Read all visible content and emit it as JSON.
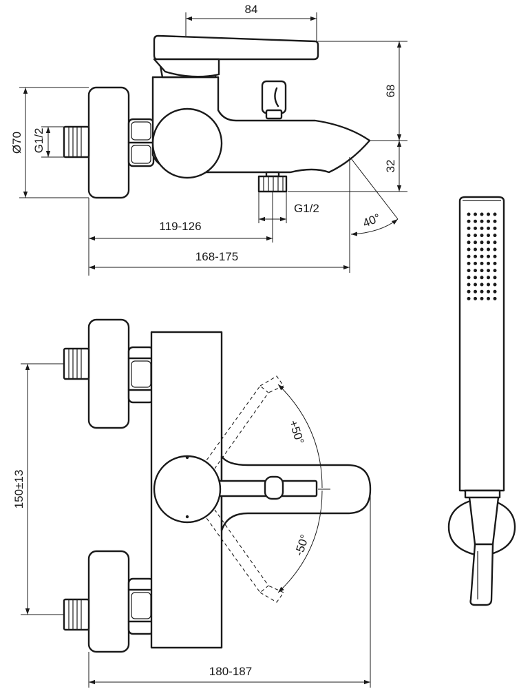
{
  "dimensions": {
    "width_84": "84",
    "height_68": "68",
    "height_32": "32",
    "diameter_70": "Ø70",
    "thread_g12_left": "G1/2",
    "thread_g12_bottom": "G1/2",
    "length_119_126": "119-126",
    "length_168_175": "168-175",
    "angle_40": "40°",
    "angle_plus_50": "+50°",
    "angle_minus_50": "-50°",
    "spacing_150": "150±13",
    "width_180_187": "180-187"
  }
}
